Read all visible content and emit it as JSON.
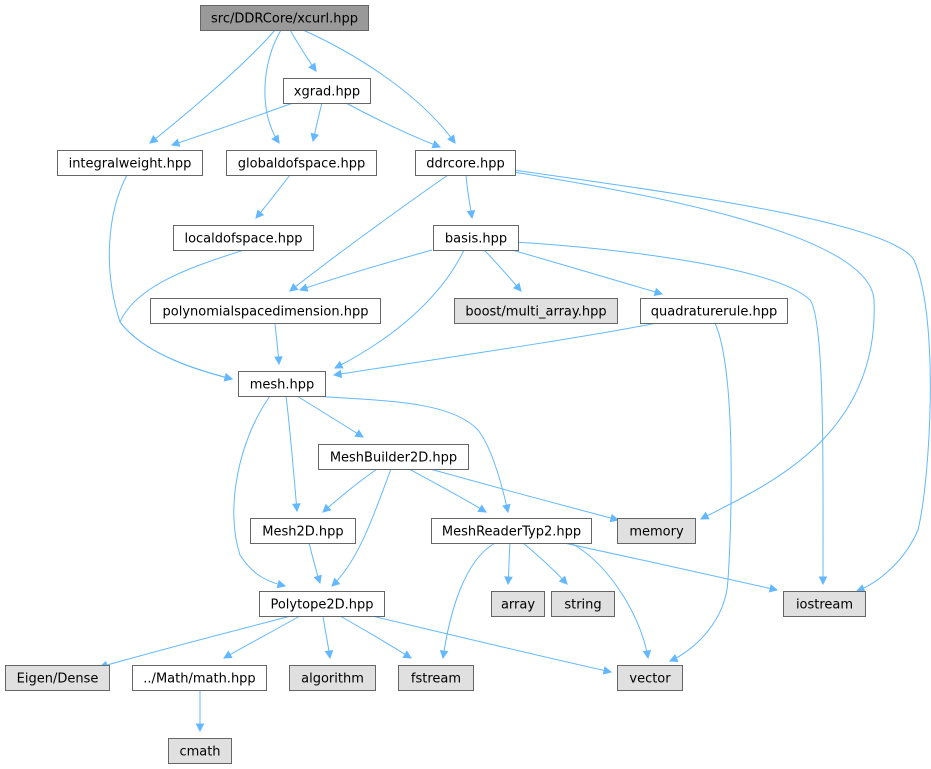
{
  "graph": {
    "root": "src/DDRCore/xcurl.hpp",
    "colors": {
      "root_fill": "#999999",
      "documented_fill": "#ffffff",
      "external_fill": "#e0e0e0",
      "border": "#666666",
      "edge": "#63b8ff"
    },
    "nodes": [
      {
        "id": "xcurl",
        "label": "src/DDRCore/xcurl.hpp",
        "kind": "root"
      },
      {
        "id": "xgrad",
        "label": "xgrad.hpp",
        "kind": "documented"
      },
      {
        "id": "integralweight",
        "label": "integralweight.hpp",
        "kind": "documented"
      },
      {
        "id": "globaldofspace",
        "label": "globaldofspace.hpp",
        "kind": "documented"
      },
      {
        "id": "ddrcore",
        "label": "ddrcore.hpp",
        "kind": "documented"
      },
      {
        "id": "localdofspace",
        "label": "localdofspace.hpp",
        "kind": "documented"
      },
      {
        "id": "basis",
        "label": "basis.hpp",
        "kind": "documented"
      },
      {
        "id": "polydim",
        "label": "polynomialspacedimension.hpp",
        "kind": "documented"
      },
      {
        "id": "multiarray",
        "label": "boost/multi_array.hpp",
        "kind": "external"
      },
      {
        "id": "quadrule",
        "label": "quadraturerule.hpp",
        "kind": "documented"
      },
      {
        "id": "mesh",
        "label": "mesh.hpp",
        "kind": "documented"
      },
      {
        "id": "meshbuilder",
        "label": "MeshBuilder2D.hpp",
        "kind": "documented"
      },
      {
        "id": "mesh2d",
        "label": "Mesh2D.hpp",
        "kind": "documented"
      },
      {
        "id": "meshreader",
        "label": "MeshReaderTyp2.hpp",
        "kind": "documented"
      },
      {
        "id": "memory",
        "label": "memory",
        "kind": "external"
      },
      {
        "id": "polytope",
        "label": "Polytope2D.hpp",
        "kind": "documented"
      },
      {
        "id": "array",
        "label": "array",
        "kind": "external"
      },
      {
        "id": "string",
        "label": "string",
        "kind": "external"
      },
      {
        "id": "iostream",
        "label": "iostream",
        "kind": "external"
      },
      {
        "id": "eigen",
        "label": "Eigen/Dense",
        "kind": "external"
      },
      {
        "id": "math",
        "label": "../Math/math.hpp",
        "kind": "documented"
      },
      {
        "id": "algorithm",
        "label": "algorithm",
        "kind": "external"
      },
      {
        "id": "fstream",
        "label": "fstream",
        "kind": "external"
      },
      {
        "id": "vector",
        "label": "vector",
        "kind": "external"
      },
      {
        "id": "cmath",
        "label": "cmath",
        "kind": "external"
      }
    ],
    "edges": [
      {
        "from": "xcurl",
        "to": "integralweight"
      },
      {
        "from": "xcurl",
        "to": "globaldofspace"
      },
      {
        "from": "xcurl",
        "to": "xgrad"
      },
      {
        "from": "xcurl",
        "to": "ddrcore"
      },
      {
        "from": "xgrad",
        "to": "integralweight"
      },
      {
        "from": "xgrad",
        "to": "globaldofspace"
      },
      {
        "from": "xgrad",
        "to": "ddrcore"
      },
      {
        "from": "integralweight",
        "to": "mesh"
      },
      {
        "from": "globaldofspace",
        "to": "localdofspace"
      },
      {
        "from": "localdofspace",
        "to": "mesh"
      },
      {
        "from": "ddrcore",
        "to": "basis"
      },
      {
        "from": "ddrcore",
        "to": "polydim"
      },
      {
        "from": "ddrcore",
        "to": "memory"
      },
      {
        "from": "ddrcore",
        "to": "iostream"
      },
      {
        "from": "basis",
        "to": "polydim"
      },
      {
        "from": "basis",
        "to": "mesh"
      },
      {
        "from": "basis",
        "to": "multiarray"
      },
      {
        "from": "basis",
        "to": "quadrule"
      },
      {
        "from": "basis",
        "to": "iostream"
      },
      {
        "from": "polydim",
        "to": "mesh"
      },
      {
        "from": "quadrule",
        "to": "mesh"
      },
      {
        "from": "quadrule",
        "to": "vector"
      },
      {
        "from": "mesh",
        "to": "meshbuilder"
      },
      {
        "from": "mesh",
        "to": "mesh2d"
      },
      {
        "from": "mesh",
        "to": "meshreader"
      },
      {
        "from": "mesh",
        "to": "polytope"
      },
      {
        "from": "meshbuilder",
        "to": "mesh2d"
      },
      {
        "from": "meshbuilder",
        "to": "meshreader"
      },
      {
        "from": "meshbuilder",
        "to": "memory"
      },
      {
        "from": "meshbuilder",
        "to": "polytope"
      },
      {
        "from": "mesh2d",
        "to": "polytope"
      },
      {
        "from": "meshreader",
        "to": "array"
      },
      {
        "from": "meshreader",
        "to": "string"
      },
      {
        "from": "meshreader",
        "to": "iostream"
      },
      {
        "from": "meshreader",
        "to": "fstream"
      },
      {
        "from": "meshreader",
        "to": "vector"
      },
      {
        "from": "polytope",
        "to": "eigen"
      },
      {
        "from": "polytope",
        "to": "math"
      },
      {
        "from": "polytope",
        "to": "algorithm"
      },
      {
        "from": "polytope",
        "to": "fstream"
      },
      {
        "from": "polytope",
        "to": "vector"
      },
      {
        "from": "math",
        "to": "cmath"
      }
    ]
  }
}
